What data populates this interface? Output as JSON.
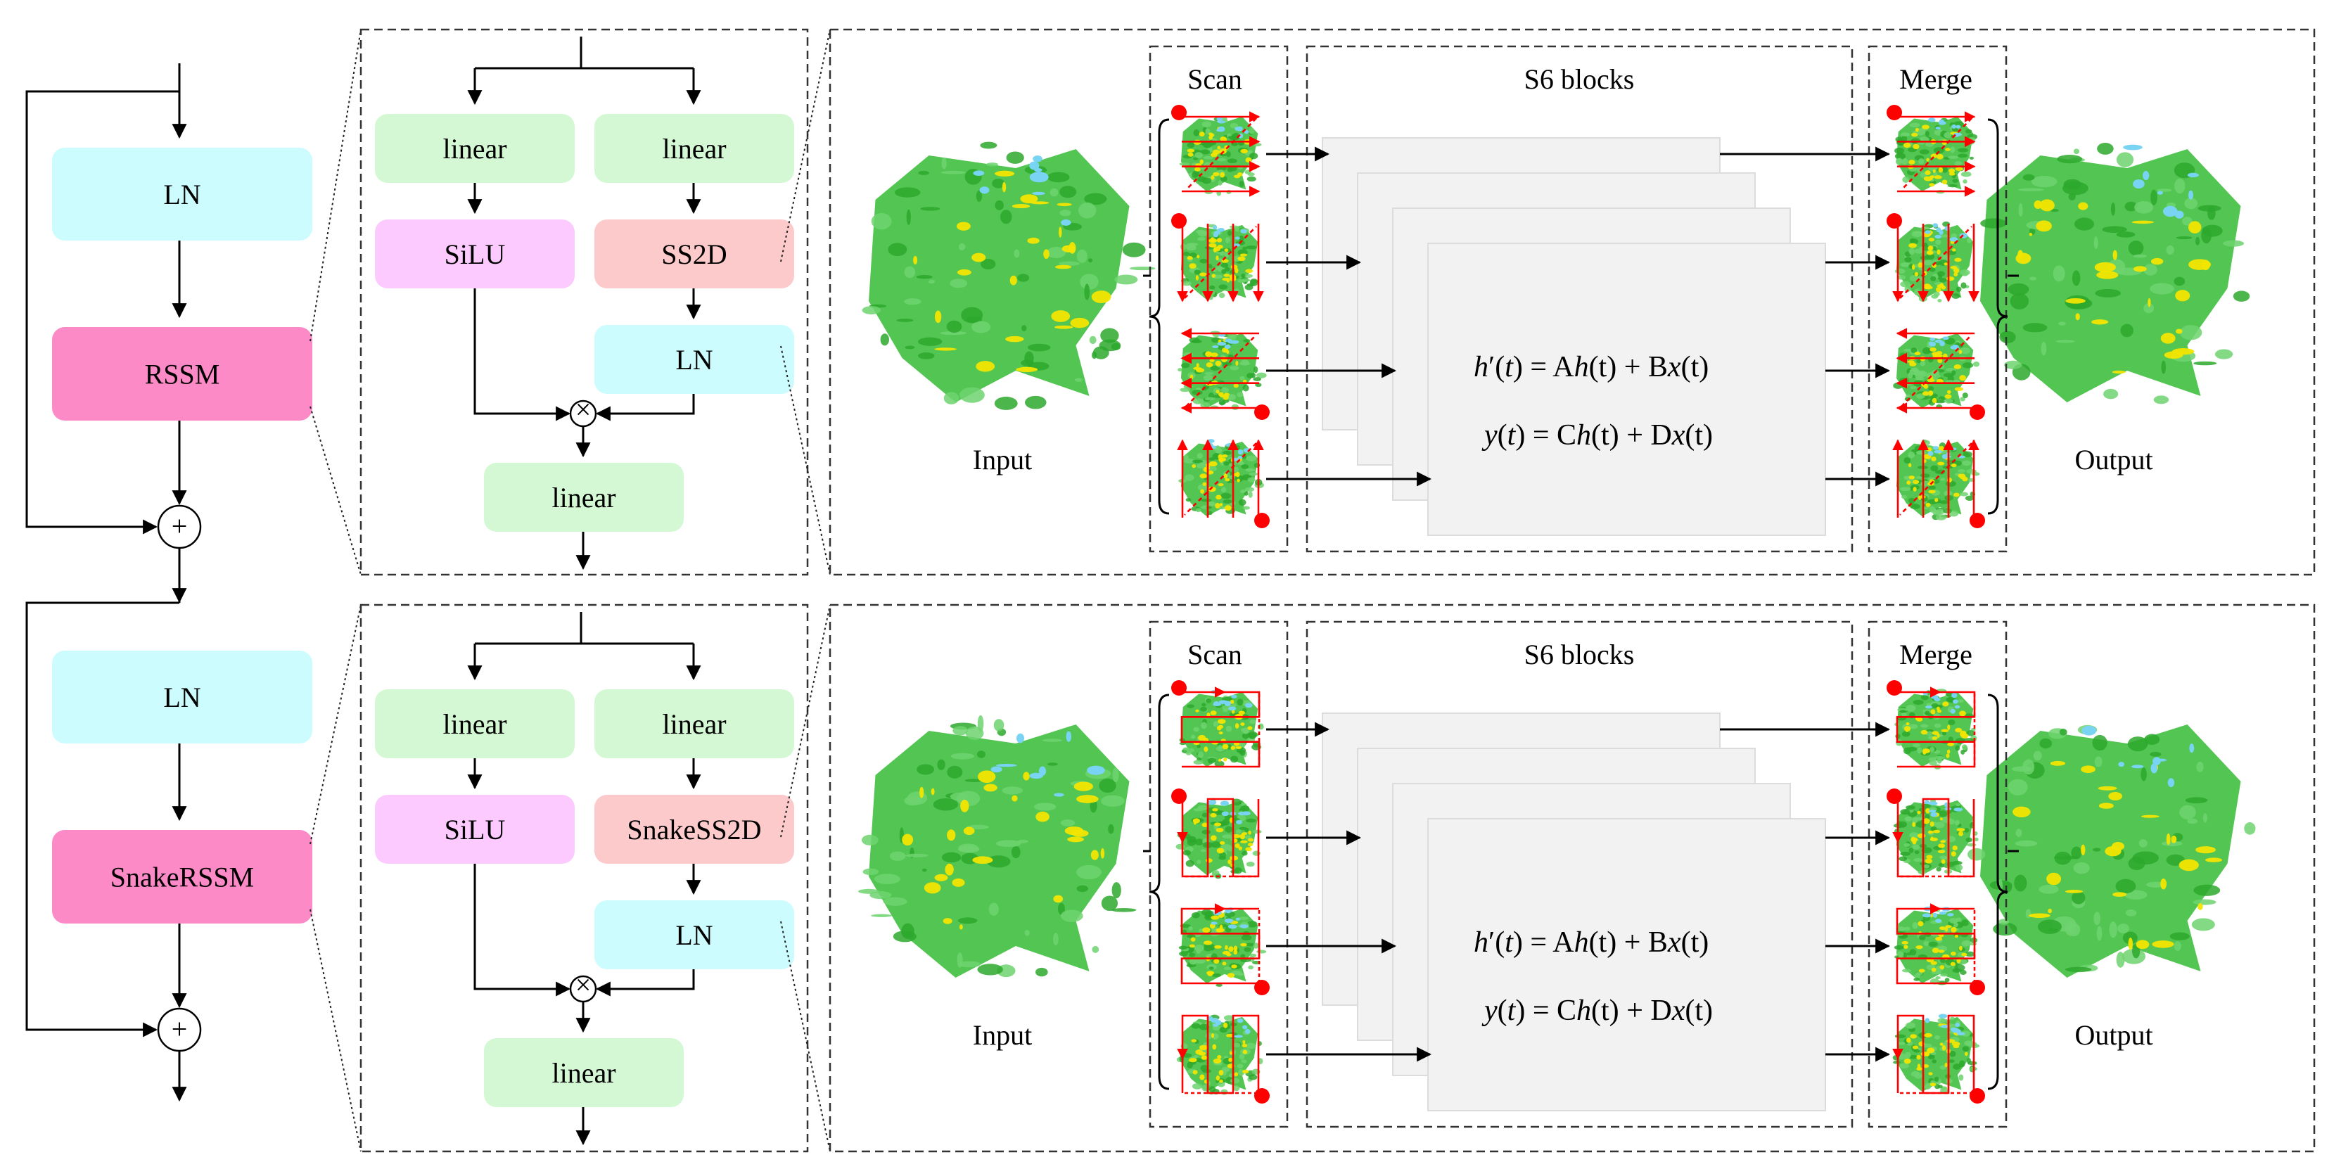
{
  "colors": {
    "ln": "#ccfcfe",
    "ssm_block": "#fb8ac6",
    "linear": "#d3f8d3",
    "silu": "#fdcaff",
    "ss2d": "#fccaca",
    "s6_panel": "#f2f2f2",
    "scan_arrow": "#ff0000",
    "radar_green": "#3fbf3f",
    "radar_yellow": "#f2e500",
    "radar_cyan": "#79d3f2"
  },
  "rows": [
    {
      "left": {
        "ln": "LN",
        "block": "RSSM"
      },
      "mid": {
        "linear_a": "linear",
        "linear_b": "linear",
        "act": "SiLU",
        "ss2d": "SS2D",
        "ln": "LN",
        "out_linear": "linear"
      },
      "right": {
        "input_label": "Input",
        "output_label": "Output",
        "scan_title": "Scan",
        "s6_title": "S6 blocks",
        "merge_title": "Merge",
        "eq1": {
          "lhs_fn": "h",
          "prime": "′",
          "arg_open": "(",
          "arg": "t",
          "arg_close": ")",
          "eqsign": " = A",
          "f1": "h",
          "t1": "(t)",
          "plus": " + B",
          "f2": "x",
          "t2": "(t)"
        },
        "eq2": {
          "lhs_fn": "y",
          "arg_open": "(",
          "arg": "t",
          "arg_close": ")",
          "eqsign": " = C",
          "f1": "h",
          "t1": "(t)",
          "plus": " + D",
          "f2": "x",
          "t2": "(t)"
        }
      }
    },
    {
      "left": {
        "ln": "LN",
        "block": "SnakeRSSM"
      },
      "mid": {
        "linear_a": "linear",
        "linear_b": "linear",
        "act": "SiLU",
        "ss2d": "SnakeSS2D",
        "ln": "LN",
        "out_linear": "linear"
      },
      "right": {
        "input_label": "Input",
        "output_label": "Output",
        "scan_title": "Scan",
        "s6_title": "S6 blocks",
        "merge_title": "Merge",
        "eq1": {
          "lhs_fn": "h",
          "prime": "′",
          "arg_open": "(",
          "arg": "t",
          "arg_close": ")",
          "eqsign": " = A",
          "f1": "h",
          "t1": "(t)",
          "plus": " + B",
          "f2": "x",
          "t2": "(t)"
        },
        "eq2": {
          "lhs_fn": "y",
          "arg_open": "(",
          "arg": "t",
          "arg_close": ")",
          "eqsign": " = C",
          "f1": "h",
          "t1": "(t)",
          "plus": " + D",
          "f2": "x",
          "t2": "(t)"
        }
      }
    }
  ],
  "symbols": {
    "add": "+",
    "mul": "×"
  },
  "icons": [
    "radar-map-icon",
    "add-node-icon",
    "multiply-node-icon",
    "scan-direction-icon"
  ]
}
